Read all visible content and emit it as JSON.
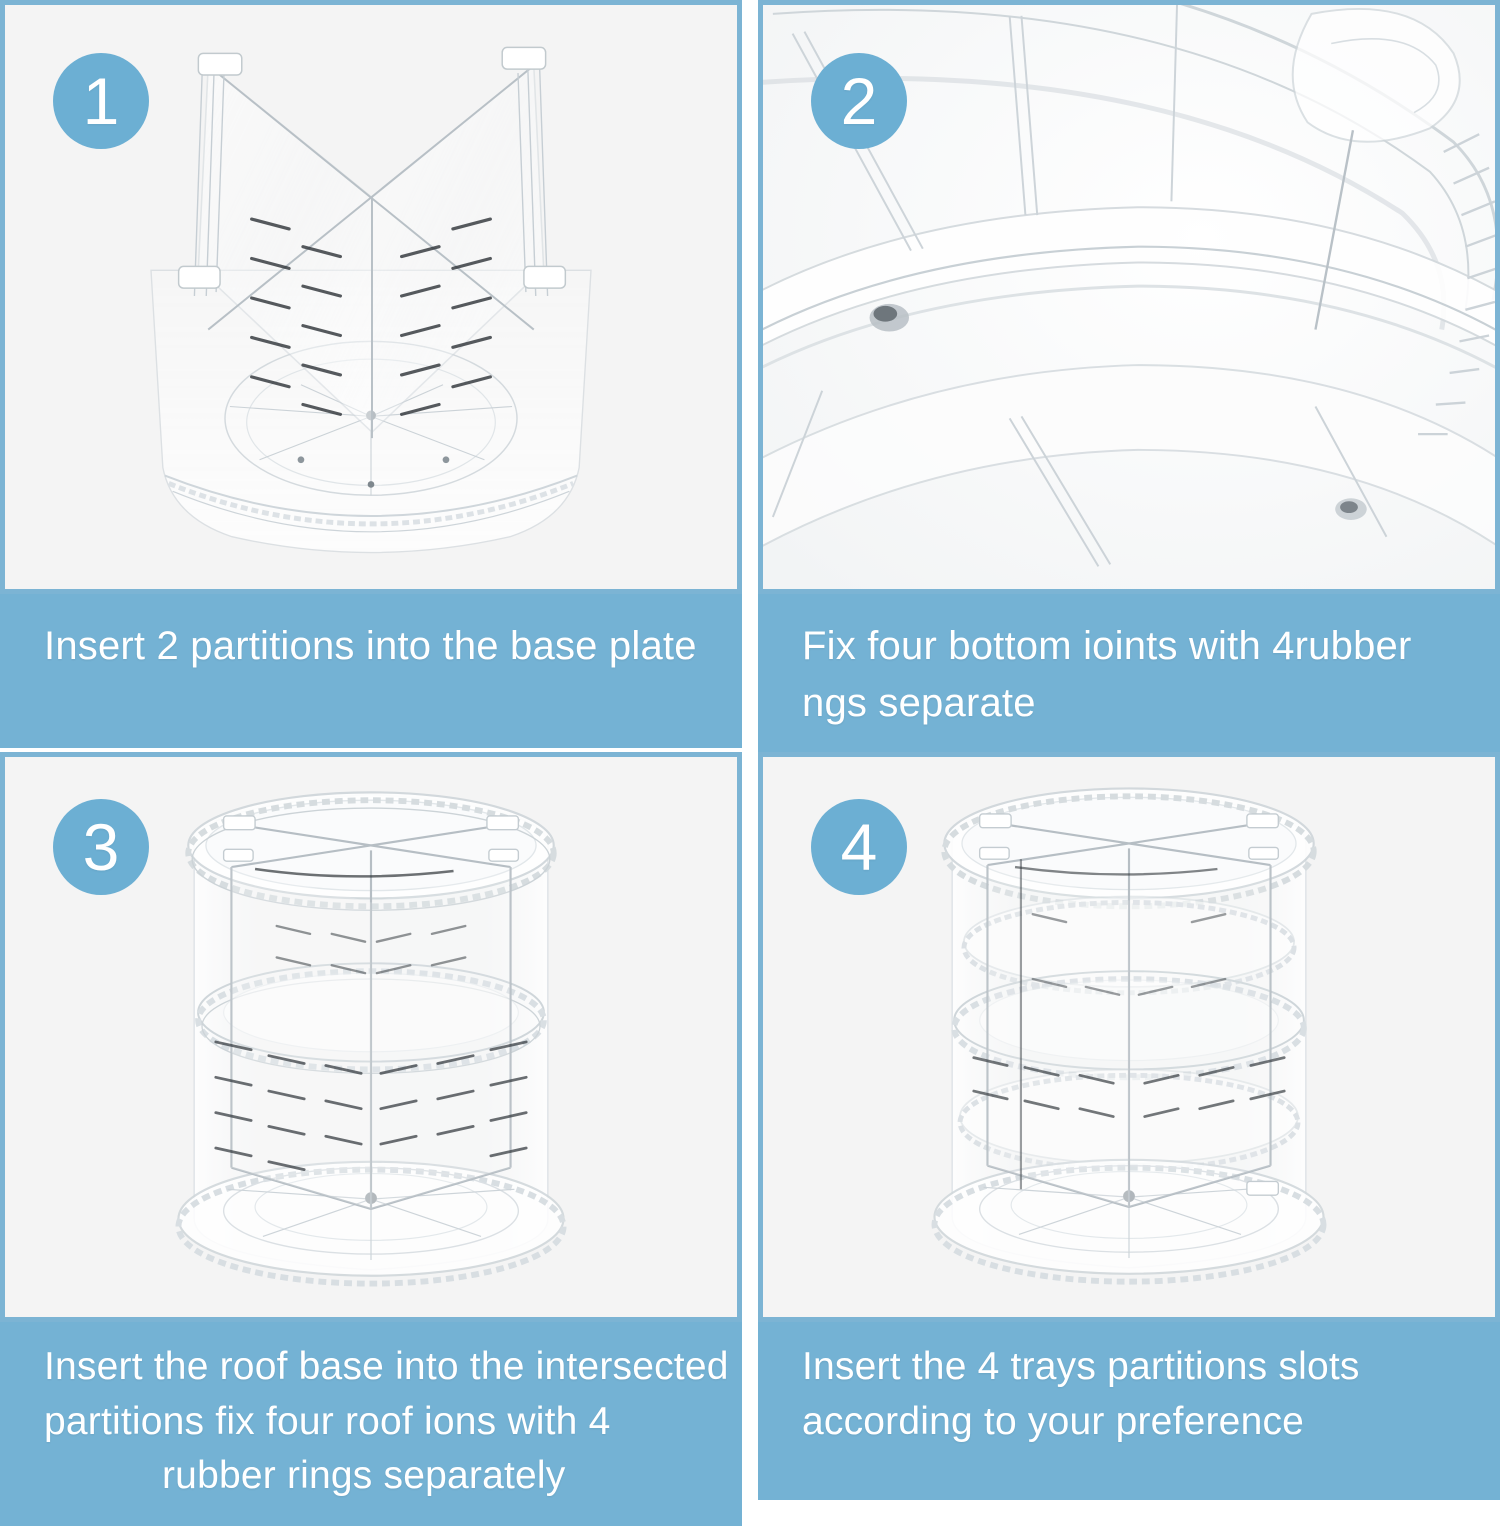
{
  "document": {
    "type": "product-assembly-instructions",
    "product": "rotating clear acrylic cosmetic organizer",
    "panel_count": 4
  },
  "theme": {
    "accent_blue": "#74b2d4",
    "badge_blue": "#6cafd3",
    "border_blue": "#7cb4d4",
    "photo_background": "#f4f4f4",
    "caption_text": "#ffffff",
    "page_background": "#ffffff"
  },
  "panels": [
    {
      "step": "1",
      "badge_label": "1",
      "caption_lines": [
        "Insert 2 partitions into the base plate"
      ],
      "image_alt": "Two clear acrylic partitions crossed in an X inserted into the round base plate"
    },
    {
      "step": "2",
      "badge_label": "2",
      "caption_lines": [
        "Fix four bottom ioints with 4rubber",
        "ngs separate"
      ],
      "image_alt": "Close-up macro of the base plate rim showing bottom joints with rubber rings"
    },
    {
      "step": "3",
      "badge_label": "3",
      "caption_lines": [
        "Insert the roof base into the intersected",
        "partitions fix four roof ions with 4",
        "rubber rings separately"
      ],
      "image_alt": "Assembled clear cylindrical organizer with scalloped top ring, mid ring and base plate"
    },
    {
      "step": "4",
      "badge_label": "4",
      "caption_lines": [
        "Insert the 4 trays partitions slots",
        "according to your preference"
      ],
      "image_alt": "Completed organizer with four tray shelves inserted into the partition slots"
    }
  ]
}
